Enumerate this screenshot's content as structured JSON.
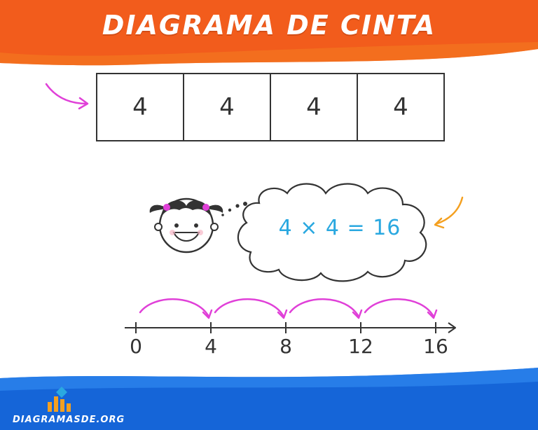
{
  "title": "DIAGRAMA DE CINTA",
  "tape": {
    "cells": [
      "4",
      "4",
      "4",
      "4"
    ]
  },
  "equation": "4 × 4 = 16",
  "number_line": {
    "labels": [
      "0",
      "4",
      "8",
      "12",
      "16"
    ]
  },
  "brand": {
    "text": "DIAGRAMASDE.ORG"
  },
  "colors": {
    "header_orange": "#f25c1c",
    "footer_blue": "#1565d8",
    "arrow_magenta": "#e040d8",
    "arrow_orange": "#f4a020",
    "equation_blue": "#2aa8e0"
  }
}
